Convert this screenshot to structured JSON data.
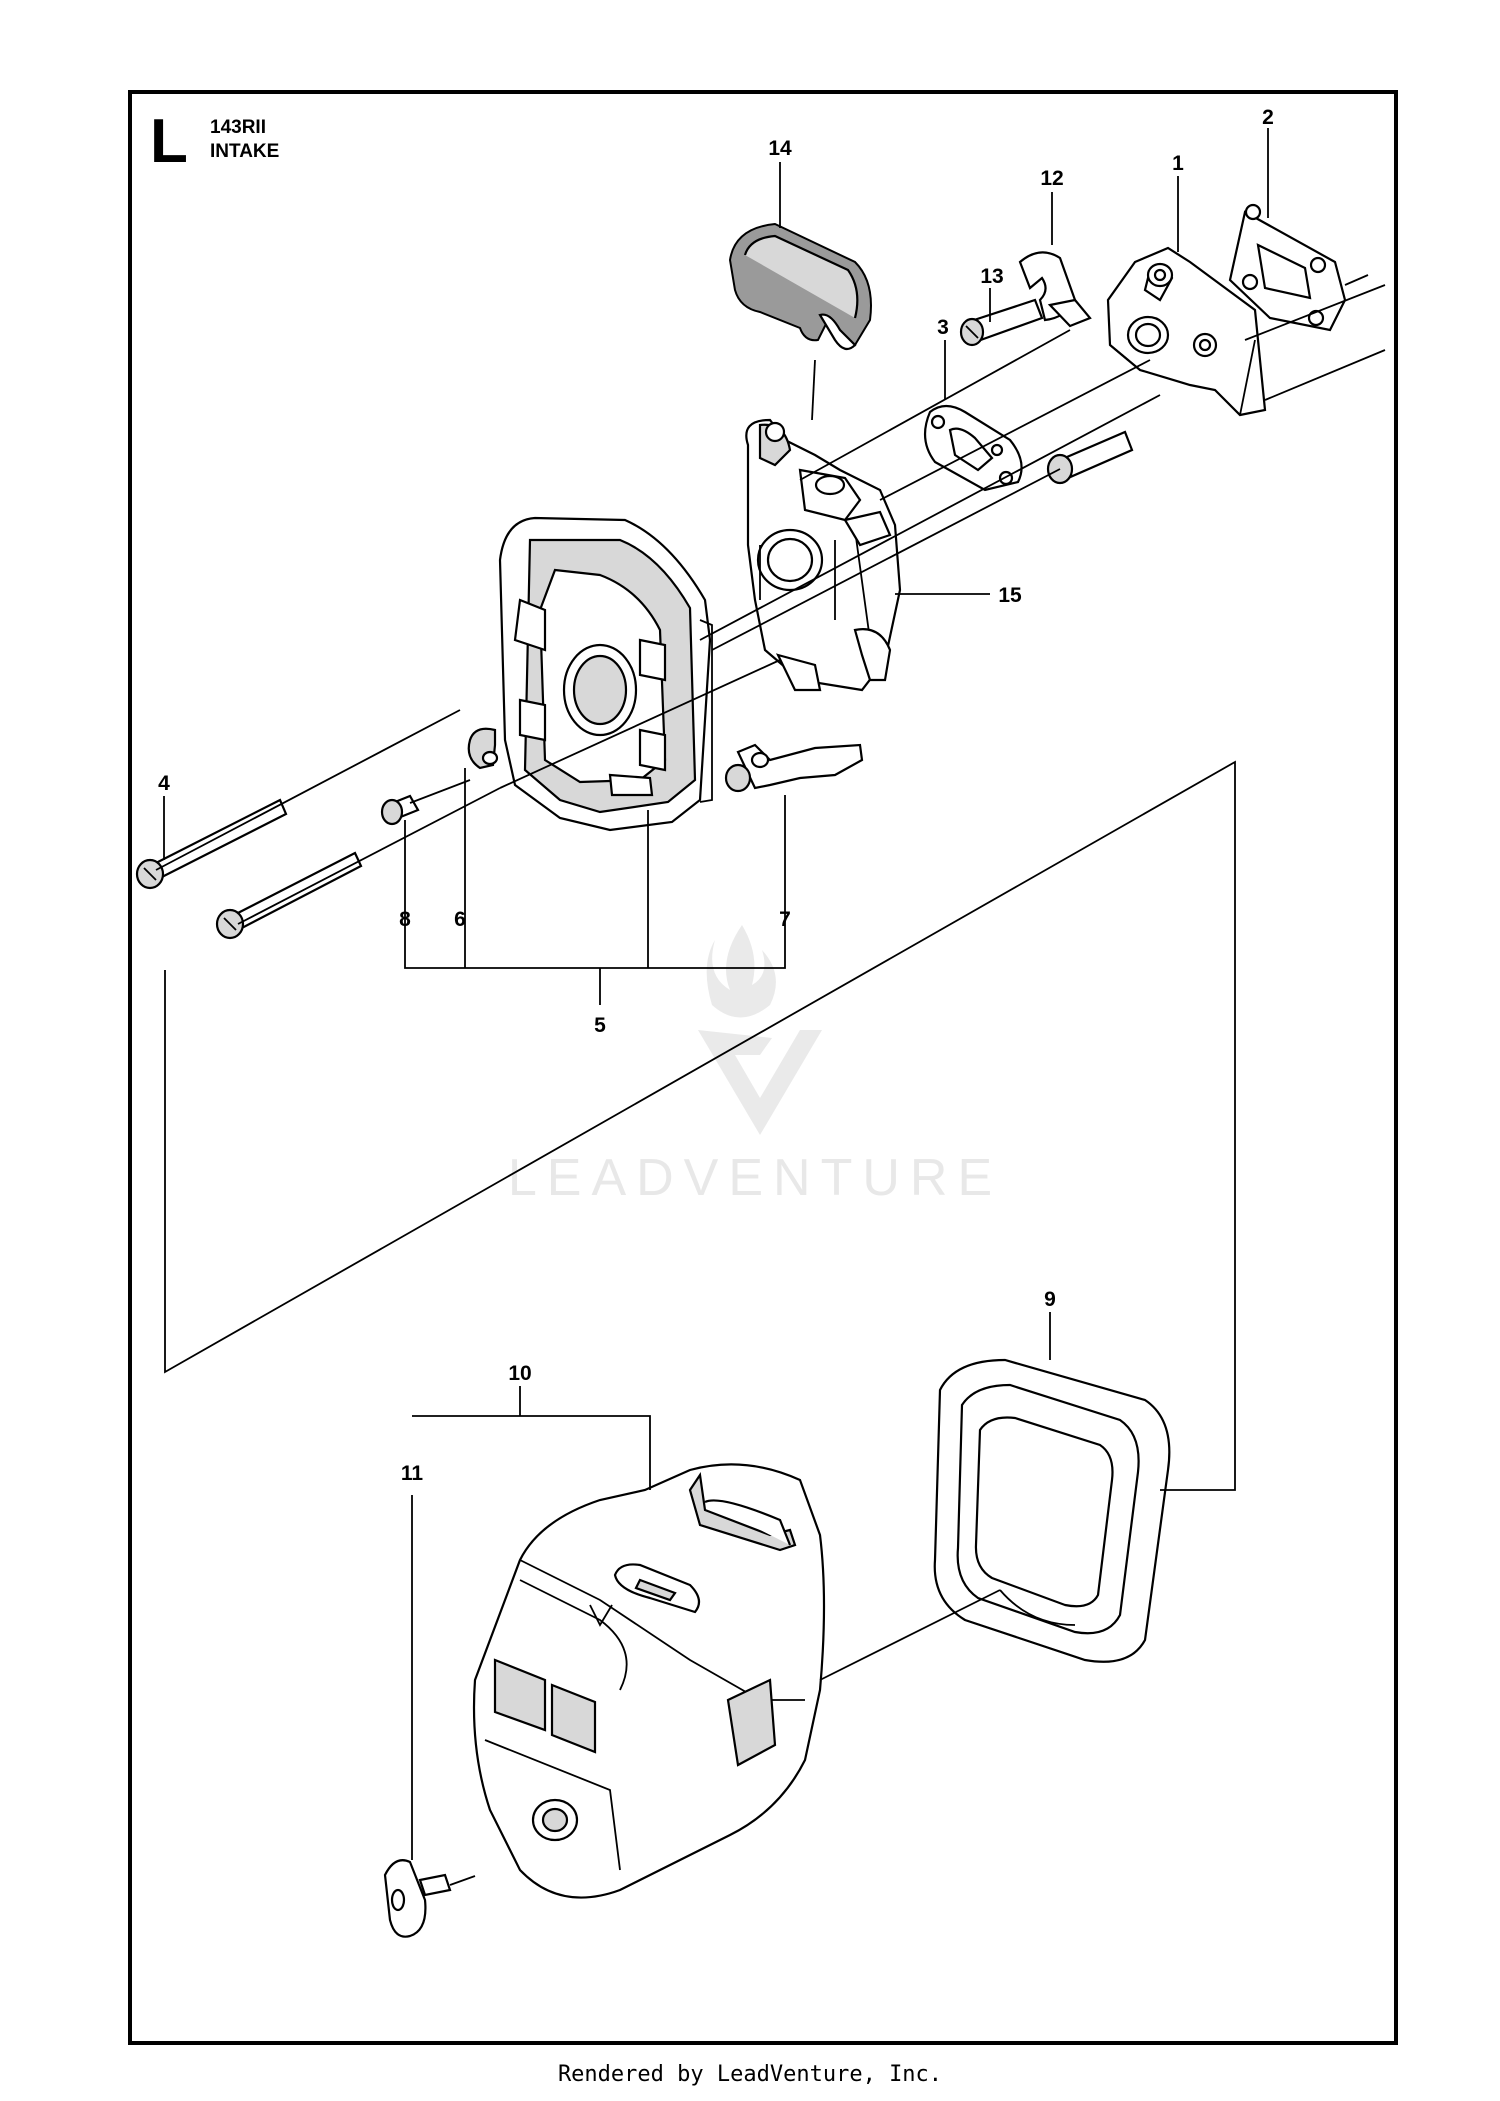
{
  "header": {
    "section_letter": "L",
    "model": "143RII",
    "title": "INTAKE"
  },
  "callouts": {
    "c1": "1",
    "c2": "2",
    "c3": "3",
    "c4": "4",
    "c5": "5",
    "c6": "6",
    "c7": "7",
    "c8": "8",
    "c9": "9",
    "c10": "10",
    "c11": "11",
    "c12": "12",
    "c13": "13",
    "c14": "14",
    "c15": "15"
  },
  "watermark": {
    "brand": "LEADVENTURE"
  },
  "footer": {
    "text": "Rendered by LeadVenture, Inc."
  }
}
